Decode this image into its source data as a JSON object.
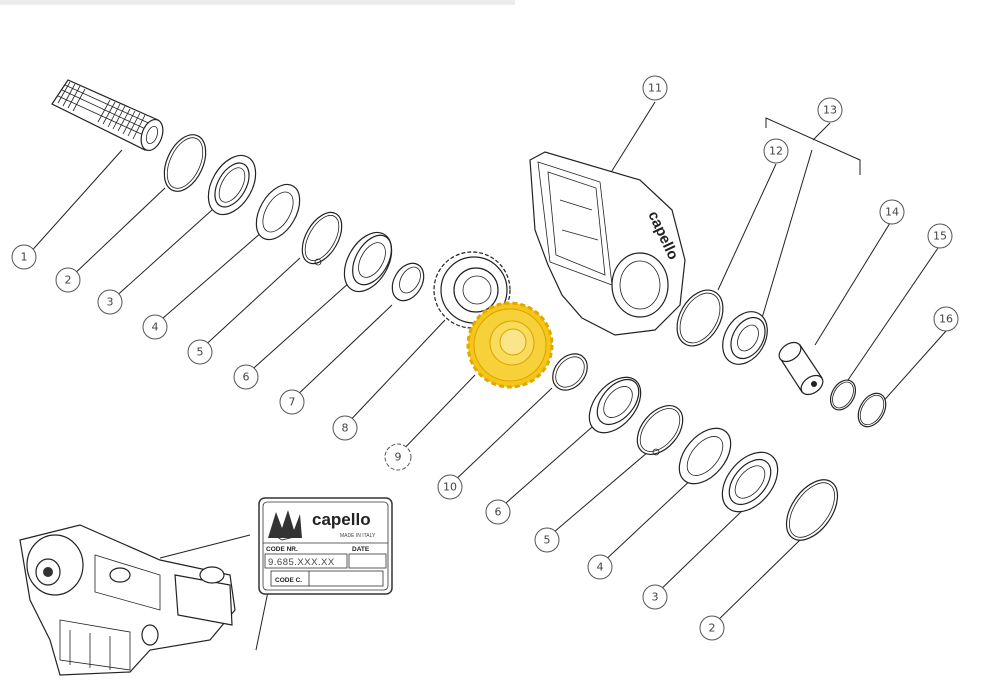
{
  "brand": {
    "logo_text": "capello",
    "tagline": "MADE IN ITALY"
  },
  "nameplate": {
    "code_nr_label": "CODE NR.",
    "date_label": "DATE",
    "code_value": "9.685.XXX.XX",
    "code_c_label": "CODE C."
  },
  "callouts": {
    "c1": "1",
    "c2a": "2",
    "c3a": "3",
    "c4a": "4",
    "c5a": "5",
    "c6a": "6",
    "c7": "7",
    "c8": "8",
    "c9": "9",
    "c10": "10",
    "c11": "11",
    "c12": "12",
    "c13": "13",
    "c14": "14",
    "c15": "15",
    "c16": "16",
    "c6b": "6",
    "c5b": "5",
    "c4b": "4",
    "c3b": "3",
    "c2b": "2"
  },
  "highlight": {
    "part": "9",
    "color": "#f5c518"
  }
}
